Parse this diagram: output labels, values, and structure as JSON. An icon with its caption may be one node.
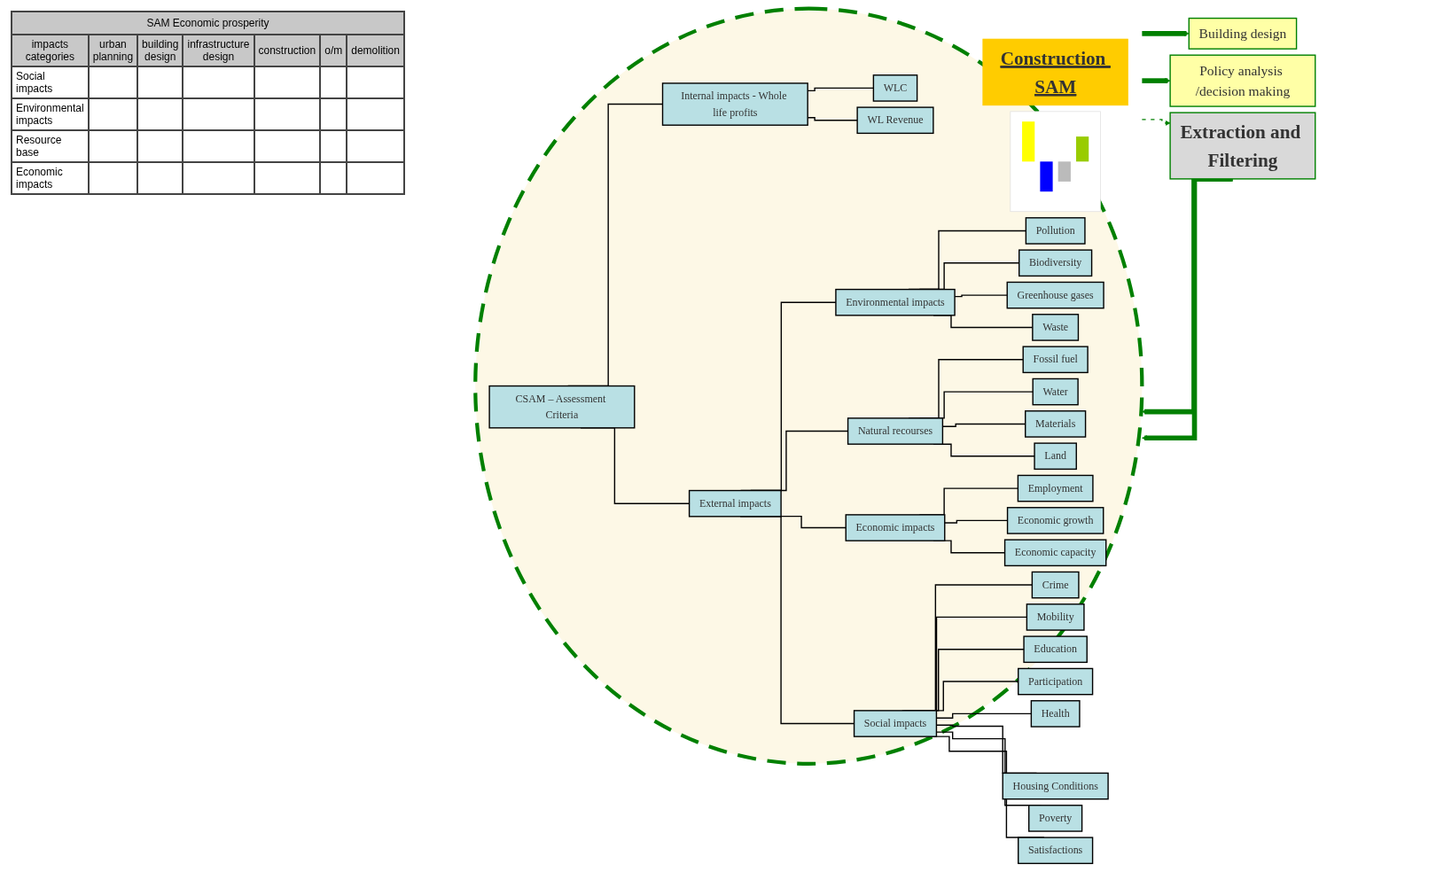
{
  "diagram": {
    "nodes": [
      {
        "text": [
          "Building design"
        ]
      },
      {
        "text": [
          "Policy analysis /decision making"
        ]
      },
      {
        "text": [],
        "shape": "ellipse"
      },
      {
        "text": [
          "Construction SAM"
        ],
        "in": 2
      },
      {
        "text": [
          "Extraction and Filtering"
        ]
      },
      {
        "text": [
          "CSAM – Assessment Criteria"
        ],
        "in": 2
      },
      {
        "text": [
          "Internal impacts - Whole life profits"
        ],
        "in": 2
      },
      {
        "text": [
          "External impacts"
        ],
        "in": 2
      },
      {
        "text": [
          "WLC"
        ],
        "in": 2
      },
      {
        "text": [
          "WL Revenue"
        ],
        "in": 2
      },
      {
        "text": [
          "Environmental impacts"
        ],
        "in": 2
      },
      {
        "text": [
          "Natural recourses"
        ],
        "in": 2
      },
      {
        "text": [
          "Social impacts"
        ],
        "in": 2
      },
      {
        "text": [
          "Economic impacts"
        ],
        "in": 2
      },
      {
        "text": [
          "Pollution"
        ],
        "in": 2
      },
      {
        "text": [
          "Biodiversity"
        ],
        "in": 2
      },
      {
        "text": [
          "Greenhouse gases"
        ],
        "in": 2
      },
      {
        "text": [
          "Waste"
        ],
        "in": 2
      },
      {
        "text": [
          "Fossil fuel"
        ],
        "in": 2
      },
      {
        "text": [
          "Water"
        ],
        "in": 2
      },
      {
        "text": [
          "Materials"
        ],
        "in": 2
      },
      {
        "text": [
          "Land"
        ],
        "in": 2
      },
      {
        "text": [
          "Crime"
        ],
        "in": 2
      },
      {
        "text": [
          "Mobility"
        ],
        "in": 2
      },
      {
        "text": [
          "Education"
        ],
        "in": 2
      },
      {
        "text": [
          "Participation"
        ],
        "in": 2
      },
      {
        "text": [
          "Health"
        ],
        "in": 2
      },
      {
        "text": [
          "Housing Conditions"
        ]
      },
      {
        "text": [
          "Poverty"
        ]
      },
      {
        "text": [
          "Satisfactions"
        ]
      },
      {
        "text": [
          "Employment"
        ],
        "in": 2
      },
      {
        "text": [
          "Economic growth"
        ],
        "in": 2
      },
      {
        "text": [
          "Economic capacity"
        ],
        "in": 2
      },
      {
        "text": [],
        "shape": "picture",
        "in": 2
      }
    ],
    "edges": [
      {
        "from": 2,
        "to": 0,
        "arrow": "to",
        "style": "thick",
        "color": "#008000"
      },
      {
        "from": 2,
        "to": 1,
        "arrow": "to",
        "style": "thick",
        "color": "#008000"
      },
      {
        "from": 4,
        "to": 2,
        "arrow": "to",
        "style": "thick",
        "color": "#008000"
      },
      {
        "from": 4,
        "to": 2,
        "arrow": "to",
        "style": "thick",
        "color": "#008000"
      },
      {
        "from": 2,
        "to": 4,
        "arrow": "to",
        "style": "dashed",
        "color": "#008000"
      },
      {
        "from": 5,
        "to": 6,
        "arrow": "none"
      },
      {
        "from": 5,
        "to": 7,
        "arrow": "none"
      },
      {
        "from": 6,
        "to": 8,
        "arrow": "none"
      },
      {
        "from": 6,
        "to": 9,
        "arrow": "none"
      },
      {
        "from": 7,
        "to": 10,
        "arrow": "none"
      },
      {
        "from": 7,
        "to": 11,
        "arrow": "none"
      },
      {
        "from": 7,
        "to": 12,
        "arrow": "none"
      },
      {
        "from": 7,
        "to": 13,
        "arrow": "none"
      },
      {
        "from": 10,
        "to": 14,
        "arrow": "none"
      },
      {
        "from": 10,
        "to": 15,
        "arrow": "none"
      },
      {
        "from": 10,
        "to": 16,
        "arrow": "none"
      },
      {
        "from": 10,
        "to": 17,
        "arrow": "none"
      },
      {
        "from": 11,
        "to": 18,
        "arrow": "none"
      },
      {
        "from": 11,
        "to": 19,
        "arrow": "none"
      },
      {
        "from": 11,
        "to": 20,
        "arrow": "none"
      },
      {
        "from": 11,
        "to": 21,
        "arrow": "none"
      },
      {
        "from": 12,
        "to": 22,
        "arrow": "none"
      },
      {
        "from": 12,
        "to": 23,
        "arrow": "none"
      },
      {
        "from": 12,
        "to": 24,
        "arrow": "none"
      },
      {
        "from": 12,
        "to": 25,
        "arrow": "none"
      },
      {
        "from": 12,
        "to": 26,
        "arrow": "none"
      },
      {
        "from": 12,
        "to": 27,
        "arrow": "none"
      },
      {
        "from": 12,
        "to": 28,
        "arrow": "none"
      },
      {
        "from": 12,
        "to": 29,
        "arrow": "none"
      },
      {
        "from": 13,
        "to": 30,
        "arrow": "none"
      },
      {
        "from": 13,
        "to": 31,
        "arrow": "none"
      },
      {
        "from": 13,
        "to": 32,
        "arrow": "none"
      }
    ],
    "labels": [
      "SAM Economic prosperity",
      "impacts categories",
      "urban planning",
      "building design",
      "infrastructure design",
      "construction",
      "o/m",
      "demolition",
      "Social impacts",
      "Environmental impacts",
      "Resource base",
      "Economic impacts"
    ]
  }
}
